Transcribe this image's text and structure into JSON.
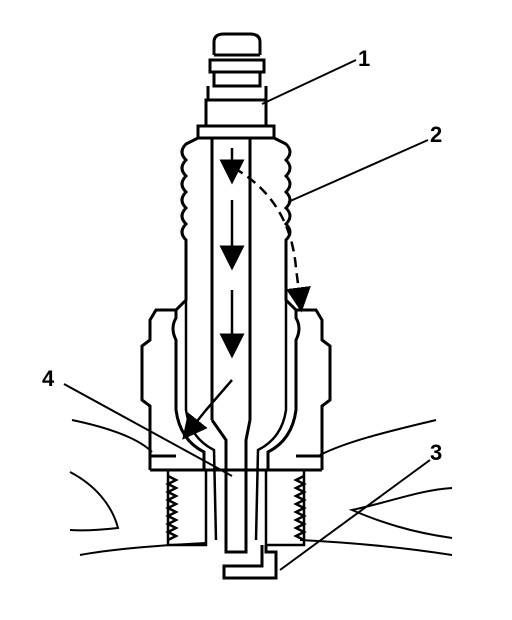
{
  "diagram": {
    "callouts": [
      {
        "id": "1",
        "label": "1"
      },
      {
        "id": "2",
        "label": "2"
      },
      {
        "id": "3",
        "label": "3"
      },
      {
        "id": "4",
        "label": "4"
      }
    ]
  },
  "colors": {
    "stroke": "#000000",
    "background": "#ffffff"
  }
}
